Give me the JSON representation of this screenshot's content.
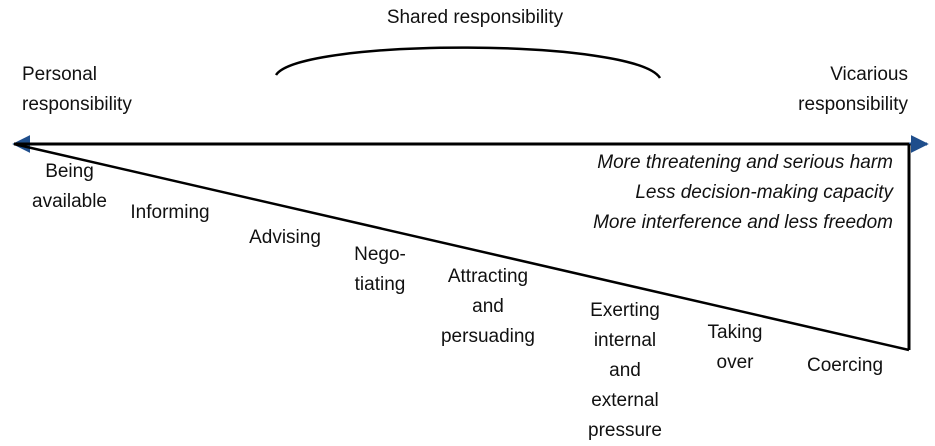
{
  "top_label": "Shared responsibility",
  "left_end_label": "Personal\nresponsibility",
  "right_end_label": "Vicarious\nresponsibility",
  "consequences": [
    "More threatening and serious harm",
    "Less decision-making capacity",
    "More interference and less freedom"
  ],
  "steps": [
    "Being\navailable",
    "Informing",
    "Advising",
    "Nego-\ntiating",
    "Attracting\nand\npersuading",
    "Exerting\ninternal\nand\nexternal\npressure",
    "Taking\nover",
    "Coercing"
  ],
  "colors": {
    "arrow": "#1f4e8c",
    "line": "#000000",
    "text": "#111111"
  }
}
